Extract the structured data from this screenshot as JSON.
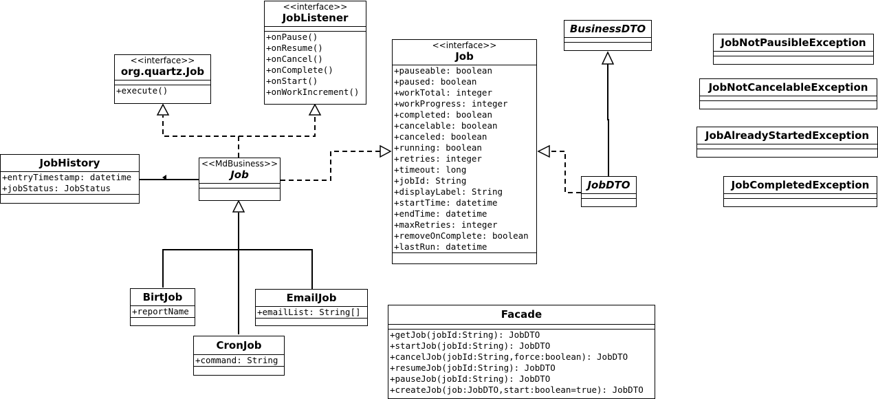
{
  "classes": {
    "job_listener": {
      "stereotype": "<<interface>>",
      "name": "JobListener",
      "operations": [
        "+onPause()",
        "+onResume()",
        "+onCancel()",
        "+onComplete()",
        "+onStart()",
        "+onWorkIncrement()"
      ]
    },
    "quartz_job": {
      "stereotype": "<<interface>>",
      "name": "org.quartz.Job",
      "operations": [
        "+execute()"
      ]
    },
    "job_interface": {
      "stereotype": "<<interface>>",
      "name": "Job",
      "attributes": [
        "+pauseable: boolean",
        "+paused: boolean",
        "+workTotal: integer",
        "+workProgress: integer",
        "+completed: boolean",
        "+cancelable: boolean",
        "+canceled: boolean",
        "+running: boolean",
        "+retries: integer",
        "+timeout: long",
        "+jobId: String",
        "+displayLabel: String",
        "+startTime: datetime",
        "+endTime: datetime",
        "+maxRetries: integer",
        "+removeOnComplete: boolean",
        "+lastRun: datetime"
      ]
    },
    "business_dto": {
      "name": "BusinessDTO"
    },
    "job_not_pausible": {
      "name": "JobNotPausibleException"
    },
    "job_not_cancelable": {
      "name": "JobNotCancelableException"
    },
    "job_already_started": {
      "name": "JobAlreadyStartedException"
    },
    "job_completed": {
      "name": "JobCompletedException"
    },
    "job_history": {
      "name": "JobHistory",
      "attributes": [
        "+entryTimestamp: datetime",
        "+jobStatus: JobStatus"
      ]
    },
    "md_job": {
      "stereotype": "<<MdBusiness>>",
      "name": "Job"
    },
    "job_dto": {
      "name": "JobDTO"
    },
    "birt_job": {
      "name": "BirtJob",
      "attributes": [
        "+reportName"
      ]
    },
    "email_job": {
      "name": "EmailJob",
      "attributes": [
        "+emailList: String[]"
      ]
    },
    "cron_job": {
      "name": "CronJob",
      "attributes": [
        "+command: String"
      ]
    },
    "facade": {
      "name": "Facade",
      "operations": [
        "+getJob(jobId:String): JobDTO",
        "+startJob(jobId:String): JobDTO",
        "+cancelJob(jobId:String,force:boolean): JobDTO",
        "+resumeJob(jobId:String): JobDTO",
        "+pauseJob(jobId:String): JobDTO",
        "+createJob(job:JobDTO,start:boolean=true): JobDTO"
      ]
    }
  },
  "colors": {
    "line": "#000000",
    "background": "#ffffff"
  }
}
